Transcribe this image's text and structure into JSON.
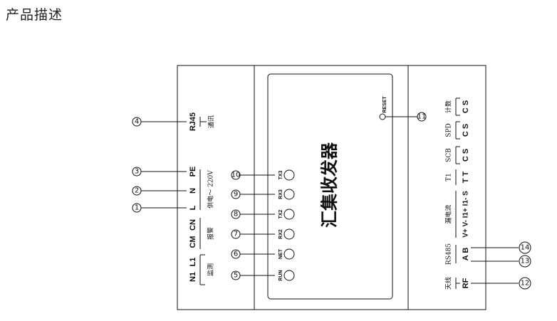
{
  "title": "产品描述",
  "device": {
    "name": "汇集收发器",
    "reset_label": "RESET",
    "callouts": [
      "1",
      "2",
      "3",
      "4",
      "5",
      "6",
      "7",
      "8",
      "9",
      "10",
      "11",
      "12",
      "13",
      "14"
    ],
    "left_terminals": {
      "rj45": "RJ45",
      "comm": "通讯",
      "pe": "PE",
      "n": "N",
      "l": "L",
      "power": "供电～ 220V",
      "cm": "CM",
      "cn": "CN",
      "alarm": "报警",
      "n1": "N1",
      "l1": "L1",
      "monitor": "监测"
    },
    "leds": [
      "TX3",
      "RX3",
      "TX2",
      "RX2",
      "NET",
      "RUN"
    ],
    "right_terminals": {
      "count": "计数",
      "spd": "SPD",
      "scb": "SCB",
      "t1": "T1",
      "leak": "漏电流",
      "rs485": "RS485",
      "antenna": "天线",
      "cs": "C S",
      "tt": "T T",
      "vi": "V+ V- I1+ I1- S",
      "ab": "A B",
      "rf": "RF"
    }
  }
}
